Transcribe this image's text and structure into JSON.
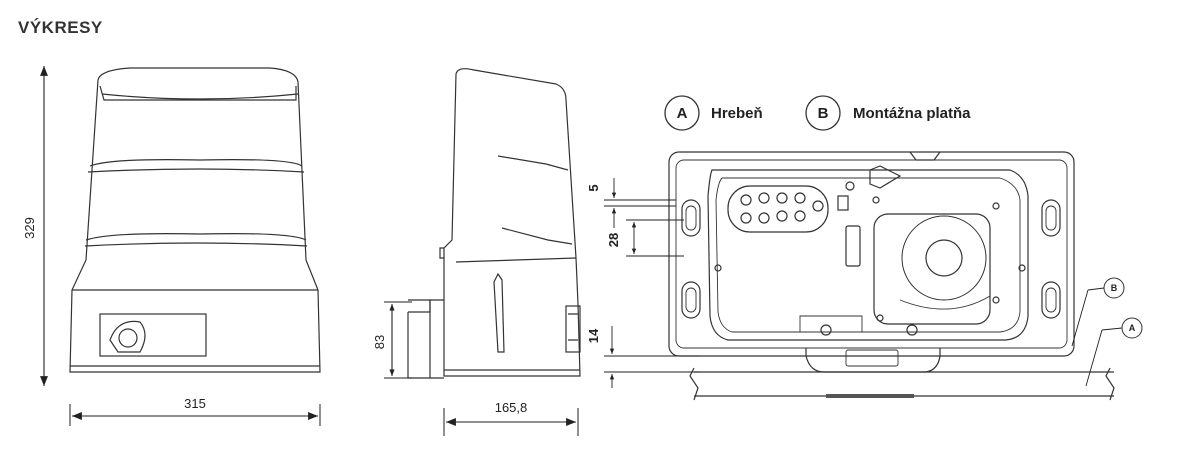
{
  "page_title": "VÝKRESY",
  "dimensions": {
    "front_height": "329",
    "front_width": "315",
    "side_lower_height": "83",
    "side_width": "165,8"
  },
  "detail_dimensions": {
    "d1": "5",
    "d2": "28",
    "d3": "14"
  },
  "legend": [
    {
      "letter": "A",
      "label": "Hrebeň"
    },
    {
      "letter": "B",
      "label": "Montážna platňa"
    }
  ],
  "callouts": {
    "b": "B",
    "a": "A"
  }
}
